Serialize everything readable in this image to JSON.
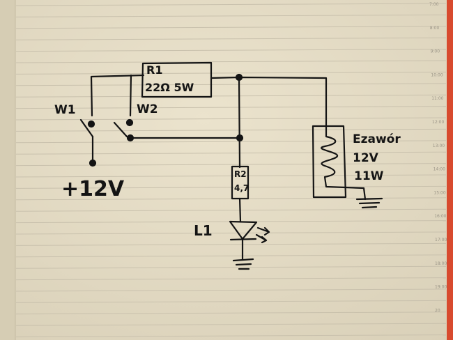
{
  "page": {
    "paper_color": "#e6dec8",
    "line_color": "#c9c1ad",
    "ink_color": "#141414",
    "bookmark_color": "#d84a2e",
    "hour_marks": [
      "7:00",
      "8:00",
      "9:00",
      "10:00",
      "11:00",
      "12:00",
      "13:00",
      "14:00",
      "15:00",
      "16:00",
      "17:00",
      "18:00",
      "19:00",
      "20"
    ]
  },
  "schematic": {
    "r1_name": "R1",
    "r1_value": "22Ω 5W",
    "w1_label": "W1",
    "w2_label": "W2",
    "supply_label": "+12V",
    "r2_name": "R2",
    "r2_value": "4,7",
    "led_label": "L1",
    "heater_title": "Ezawór",
    "heater_voltage": "12V",
    "heater_power": "11W"
  }
}
